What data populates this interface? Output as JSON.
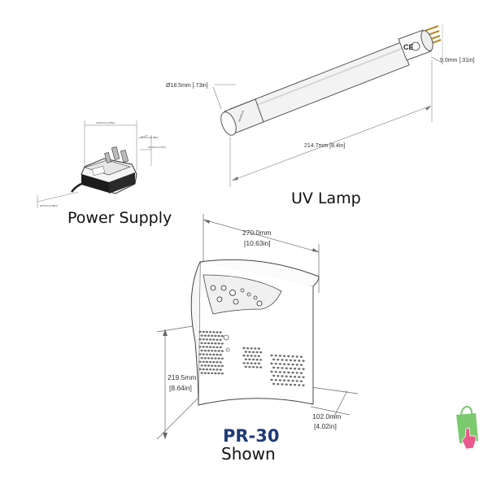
{
  "uv_lamp": {
    "caption": "UV Lamp",
    "diameter_label": "Ø18.5mm [.73in]",
    "length_label": "214.7mm [8.4in]",
    "pin_label": "9.0mm [.31in]",
    "ce_mark": "CE"
  },
  "power_supply": {
    "caption": "Power Supply",
    "dim_labels": [
      "110.5mm [4.35in]",
      "60.4mm [2.38in]",
      "44.0mm [1.73in]",
      "46.5mm [1.83in]"
    ]
  },
  "unit": {
    "model": "PR-30",
    "shown_label": "Shown",
    "model_color": "#1f3a78",
    "width_mm": "270.0mm",
    "width_in": "[10.63in]",
    "height_mm": "219.5mm",
    "height_in": "[8.64in]",
    "depth_mm": "102.0mm",
    "depth_in": "[4.02in]"
  },
  "badge": {
    "icon": "shopping-bag-hand-icon",
    "bag_color": "#7bc96f",
    "hand_color": "#e85a8c"
  }
}
